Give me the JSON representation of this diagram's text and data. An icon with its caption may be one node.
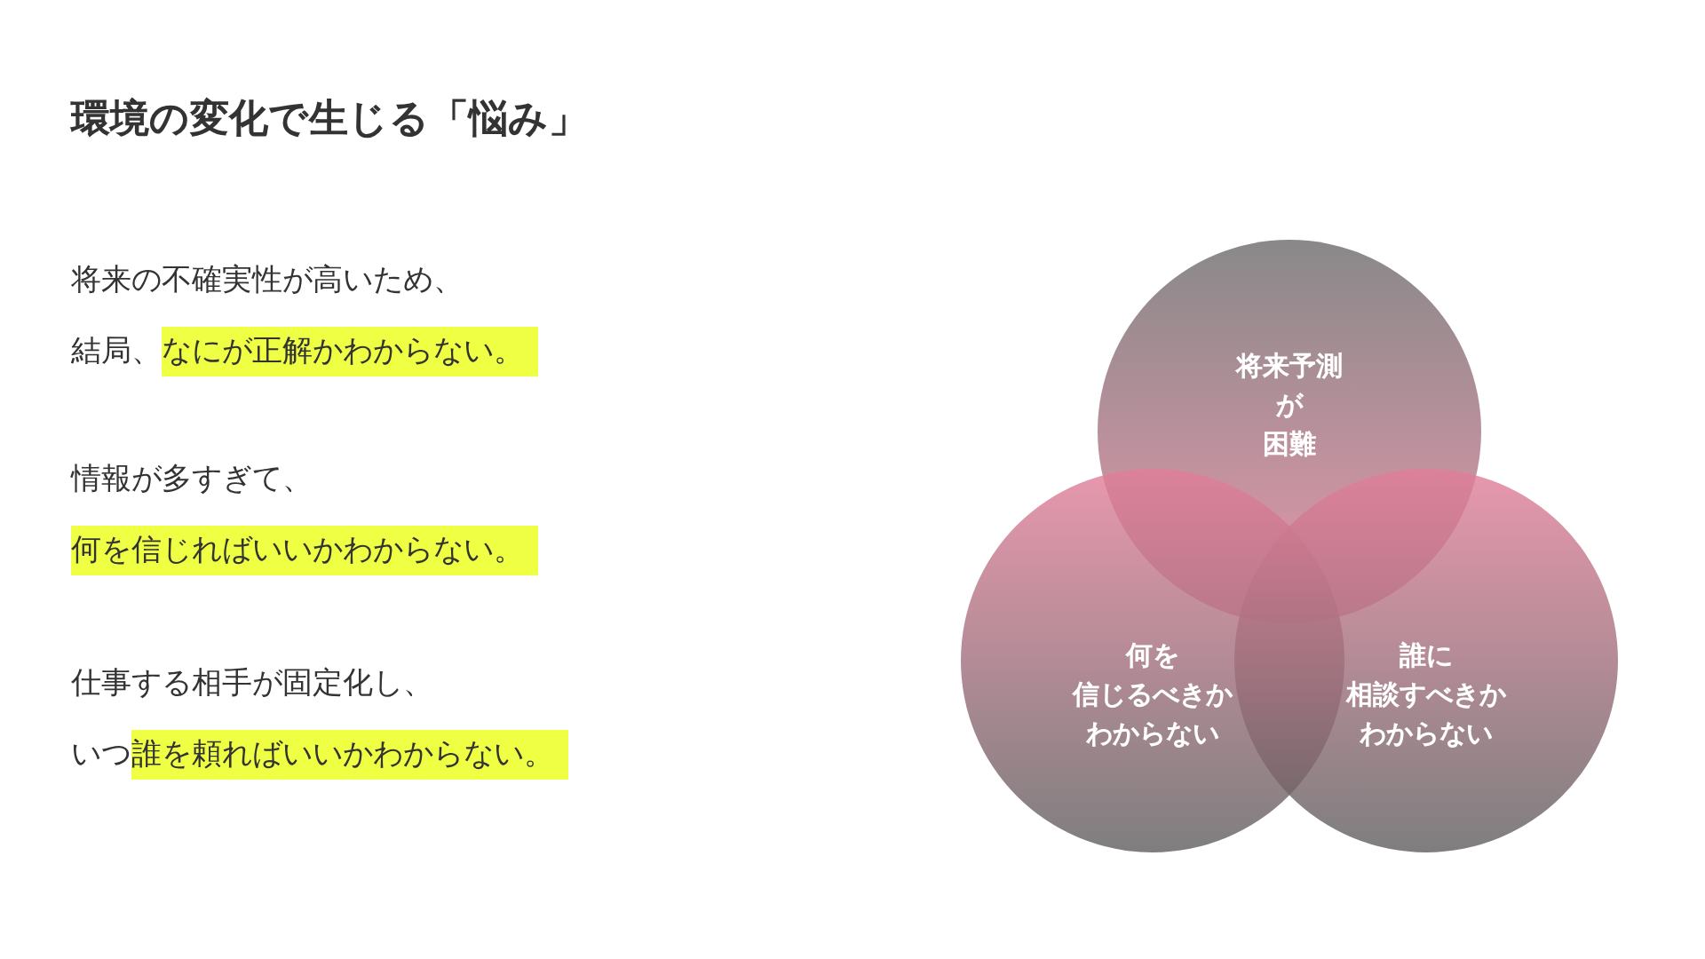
{
  "diagram": {
    "title": "環境の変化で生じる「悩み」",
    "nodes": [
      {
        "text": [
          "将来予測が困難"
        ]
      },
      {
        "text": [
          "何を信じるべきかわからない"
        ]
      },
      {
        "text": [
          "誰に相談すべきかわからない"
        ]
      }
    ],
    "labels": [
      "将来の不確実性が高いため、",
      "結局、",
      "なにが正解かわからない。",
      "情報が多すぎて、",
      "何を信じればいいかわからない。",
      "仕事する相手が固定化し、",
      "いつ",
      "誰を頼ればいいかわからない。"
    ]
  }
}
